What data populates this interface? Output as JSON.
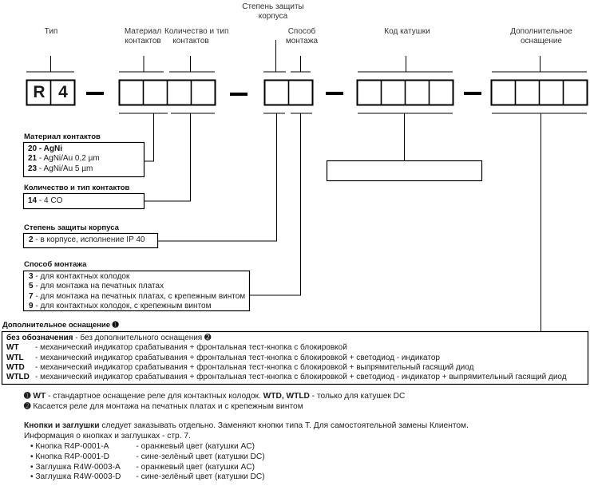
{
  "diagram": {
    "type_letters": [
      "R",
      "4"
    ],
    "top_labels": {
      "type": "Тип",
      "material": [
        "Материал",
        "контактов"
      ],
      "contacts": [
        "Количество и тип",
        "контактов"
      ],
      "protection": [
        "Степень защиты",
        "корпуса"
      ],
      "mounting": [
        "Способ",
        "монтажа"
      ],
      "coil": "Код катушки",
      "extra": [
        "Дополнительное",
        "оснащение"
      ]
    }
  },
  "sections": {
    "material": {
      "title": "Материал контактов",
      "options": [
        {
          "code": "20",
          "text": "AgNi",
          "bold_text": true
        },
        {
          "code": "21",
          "text": "AgNi/Au 0,2 µm"
        },
        {
          "code": "23",
          "text": "AgNi/Au 5 µm"
        }
      ]
    },
    "contacts": {
      "title": "Количество и тип контактов",
      "options": [
        {
          "code": "14",
          "text": "4 CO"
        }
      ]
    },
    "protection": {
      "title": "Степень защиты корпуса",
      "options": [
        {
          "code": "2",
          "text": "в корпусе, исполнение IP 40"
        }
      ]
    },
    "mounting": {
      "title": "Способ монтажа",
      "options": [
        {
          "code": "3",
          "text": "для контактных колодок"
        },
        {
          "code": "5",
          "text": "для монтажа на печатных платах"
        },
        {
          "code": "7",
          "text": "для монтажа на печатных платах, с крепежным винтом"
        },
        {
          "code": "9",
          "text": "для контактных колодок, с крепежным винтом"
        }
      ]
    },
    "coil": {
      "value": ""
    },
    "extra": {
      "title": "Дополнительное оснащение ➊",
      "options": [
        {
          "code": "без обозначения",
          "text": " - без дополнительного оснащения ➋"
        },
        {
          "code": "WT",
          "text": "- механический индикатор срабатывания + фронтальная тест-кнопка с блокировкой"
        },
        {
          "code": "WTL",
          "text": "- механический индикатор срабатывания + фронтальная тест-кнопка с блокировкой + светодиод - индикатор"
        },
        {
          "code": "WTD",
          "text": "- механический индикатор срабатывания + фронтальная тест-кнопка с блокировкой + выпрямительный гасящий диод"
        },
        {
          "code": "WTLD",
          "text": "- механический индикатор срабатывания + фронтальная тест-кнопка с блокировкой + светодиод - индикатор + выпрямительный гасящий диод"
        }
      ]
    }
  },
  "footnotes": [
    {
      "mark": "➊",
      "bold1": "WT",
      "text1": " - стандартное оснащение реле для контактных колодок. ",
      "bold2": "WTD, WTLD",
      "text2": " - только для катушек DC"
    },
    {
      "mark": "➋",
      "text1": " Касается реле для монтажа на печатных платах и с крепежным винтом"
    }
  ],
  "buttons_note": {
    "bold": "Кнопки и заглушки",
    "text": " следует заказывать отдельно. Заменяют кнопки типа T. Для самостоятельной замены Клиентом.",
    "line2": "Информация о кнопках и заглушках - стр. 7.",
    "items": [
      {
        "part": "Кнопка R4P-0001-A",
        "desc": "- оранжевый цвет (катушки AC)"
      },
      {
        "part": "Кнопка R4P-0001-D",
        "desc": "- сине-зелёный цвет (катушки DC)"
      },
      {
        "part": "Заглушка R4W-0003-A",
        "desc": "- оранжевый цвет (катушки AC)"
      },
      {
        "part": "Заглушка R4W-0003-D",
        "desc": "- сине-зелёный цвет (катушки DC)"
      }
    ]
  }
}
